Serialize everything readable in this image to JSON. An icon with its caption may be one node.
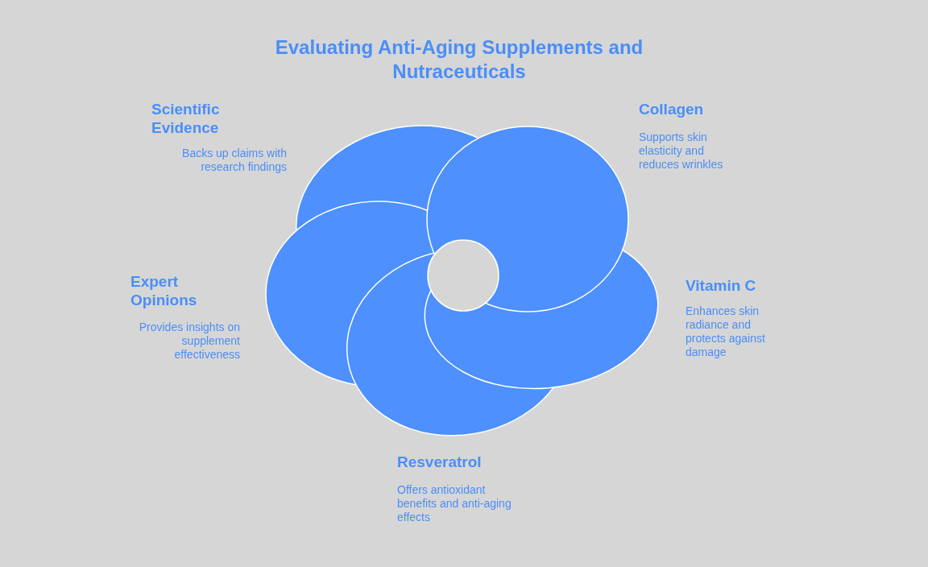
{
  "diagram": {
    "title": "Evaluating Anti-Aging Supplements and Nutraceuticals",
    "labels": [
      "Scientific Evidence",
      "Backs up claims with research findings",
      "Collagen",
      "Supports skin elasticity and reduces wrinkles",
      "Expert Opinions",
      "Provides insights on supplement effectiveness",
      "Vitamin C",
      "Enhances skin radiance and protects against damage",
      "Resveratrol",
      "Offers antioxidant benefits and anti-aging effects"
    ]
  }
}
